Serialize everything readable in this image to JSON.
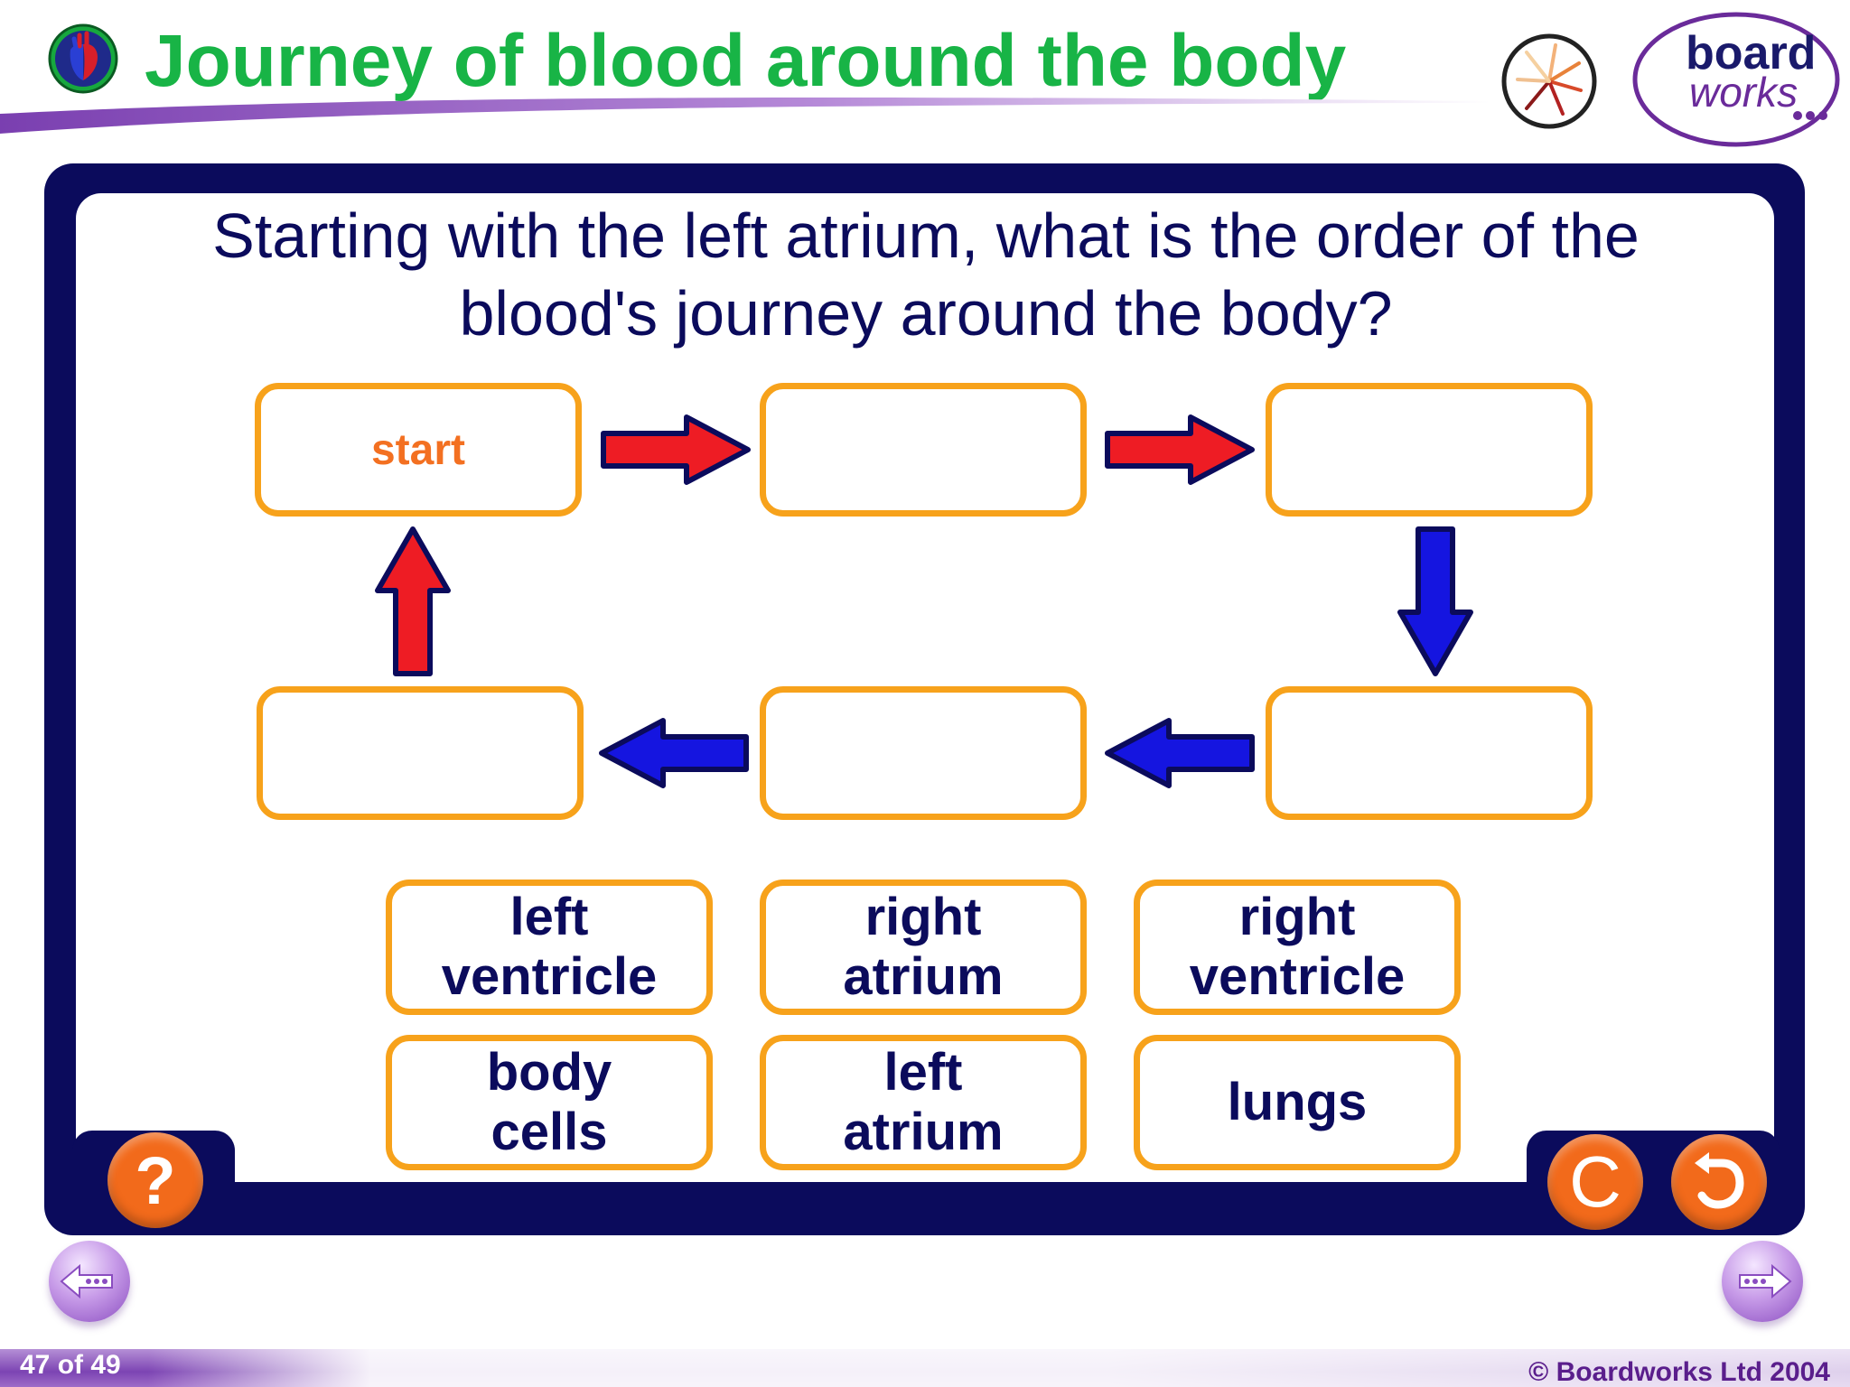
{
  "header": {
    "title": "Journey of blood around the body",
    "icon": "heart-icon",
    "logo": {
      "line1": "board",
      "line2": "works",
      "colors": {
        "ring": "#6a2b9a",
        "text": "#1a1a6b"
      }
    }
  },
  "activity": {
    "question": "Starting with the left atrium, what is the order of the blood's journey around the body?",
    "slots": [
      {
        "label": "start"
      },
      {
        "label": ""
      },
      {
        "label": ""
      },
      {
        "label": ""
      },
      {
        "label": ""
      },
      {
        "label": ""
      }
    ],
    "cards": [
      {
        "label": "left\nventricle"
      },
      {
        "label": "right\natrium"
      },
      {
        "label": "right\nventricle"
      },
      {
        "label": "body\ncells"
      },
      {
        "label": "left\natrium"
      },
      {
        "label": "lungs"
      }
    ],
    "arrows": {
      "oxygenated_color": "#ee1c24",
      "deoxygenated_color": "#1515e0",
      "outline_color": "#0b0b5c"
    }
  },
  "controls": {
    "help": {
      "label": "?",
      "icon": "question-icon"
    },
    "reset": {
      "label": "C",
      "icon": "reset-icon"
    },
    "undo": {
      "icon": "undo-icon"
    },
    "prev": {
      "icon": "previous-slide-icon"
    },
    "next": {
      "icon": "next-slide-icon"
    }
  },
  "footer": {
    "page_counter": "47 of 49",
    "copyright": "© Boardworks Ltd 2004"
  },
  "colors": {
    "title_green": "#18b446",
    "panel_navy": "#0b0b5c",
    "box_orange": "#f7a21b",
    "button_orange": "#f26a1b",
    "footer_purple": "#7c44b3"
  }
}
